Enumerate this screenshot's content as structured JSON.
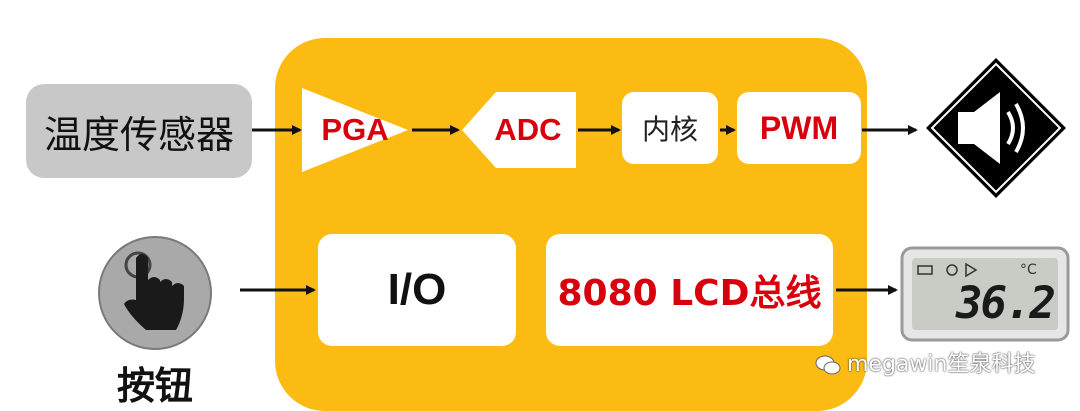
{
  "diagram": {
    "sensor_label": "温度传感器",
    "pga_label": "PGA",
    "adc_label": "ADC",
    "core_label": "内核",
    "pwm_label": "PWM",
    "io_label": "I/O",
    "lcd_bus_label": "8080 LCD总线",
    "button_label": "按钮",
    "lcd_display": {
      "reading": "36.2",
      "unit": "°C"
    },
    "watermark": "megawin笙泉科技"
  },
  "colors": {
    "mcu_background": "#fbbb12",
    "accent_red": "#d9000d",
    "sensor_box": "#c8c8c8"
  },
  "icons": [
    "speaker-icon",
    "hand-pointer-icon",
    "wechat-icon",
    "lcd-thermometer-display"
  ]
}
